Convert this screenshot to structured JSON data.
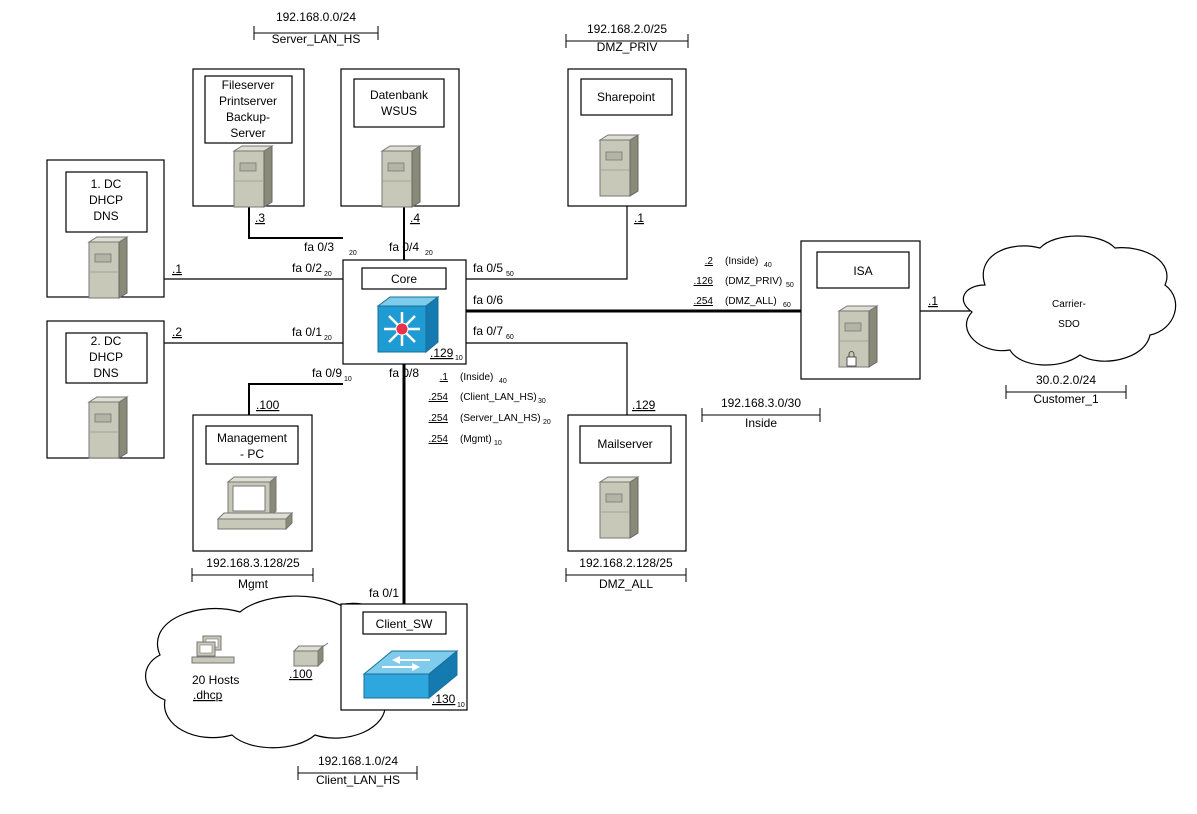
{
  "networks": {
    "server_lan": {
      "ip": "192.168.0.0/24",
      "name": "Server_LAN_HS"
    },
    "dmz_priv": {
      "ip": "192.168.2.0/25",
      "name": "DMZ_PRIV"
    },
    "mgmt": {
      "ip": "192.168.3.128/25",
      "name": "Mgmt"
    },
    "dmz_all": {
      "ip": "192.168.2.128/25",
      "name": "DMZ_ALL"
    },
    "inside": {
      "ip": "192.168.3.0/30",
      "name": "Inside"
    },
    "customer": {
      "ip": "30.0.2.0/24",
      "name": "Customer_1"
    },
    "client_lan": {
      "ip": "192.168.1.0/24",
      "name": "Client_LAN_HS"
    }
  },
  "nodes": {
    "fileserver": [
      "Fileserver",
      "Printserver",
      "Backup-",
      "Server"
    ],
    "datenbank": [
      "Datenbank",
      "WSUS"
    ],
    "sharepoint": [
      "Sharepoint"
    ],
    "dc1": [
      "1. DC",
      "DHCP",
      "DNS"
    ],
    "dc2": [
      "2. DC",
      "DHCP",
      "DNS"
    ],
    "core": "Core",
    "isa": "ISA",
    "mgmt_pc": [
      "Management",
      "- PC"
    ],
    "mailserver": "Mailserver",
    "client_sw": "Client_SW",
    "carrier": [
      "Carrier-",
      "SDO"
    ],
    "hosts": "20 Hosts"
  },
  "addresses": {
    "fileserver": ".3",
    "datenbank": ".4",
    "sharepoint": ".1",
    "dc1": ".1",
    "dc2": ".2",
    "mgmt": ".100",
    "mailserver": ".129",
    "isa_carrier": ".1",
    "core_vlan": ".129",
    "core_vlan_sub": "10",
    "client_sw": ".130",
    "client_sw_sub": "10",
    "client_printer": ".100",
    "hosts_dhcp": ".dhcp"
  },
  "ports": {
    "fa03": "fa 0/3",
    "fa03_sub": "20",
    "fa04": "fa 0/4",
    "fa04_sub": "20",
    "fa02": "fa 0/2",
    "fa02_sub": "20",
    "fa01": "fa 0/1",
    "fa01_sub": "20",
    "fa09": "fa 0/9",
    "fa09_sub": "10",
    "fa05": "fa 0/5",
    "fa05_sub": "50",
    "fa06": "fa 0/6",
    "fa07": "fa 0/7",
    "fa07_sub": "60",
    "fa08": "fa 0/8",
    "client_fa01": "fa 0/1"
  },
  "isa_interfaces": [
    {
      "addr": ".2",
      "name": "(Inside)",
      "sub": "40"
    },
    {
      "addr": ".126",
      "name": "(DMZ_PRIV)",
      "sub": "50"
    },
    {
      "addr": ".254",
      "name": "(DMZ_ALL)",
      "sub": "60"
    }
  ],
  "core_interfaces": [
    {
      "addr": ".1",
      "name": "(Inside)",
      "sub": "40"
    },
    {
      "addr": ".254",
      "name": "(Client_LAN_HS)",
      "sub": "30"
    },
    {
      "addr": ".254",
      "name": "(Server_LAN_HS)",
      "sub": "20"
    },
    {
      "addr": ".254",
      "name": "(Mgmt)",
      "sub": "10"
    }
  ],
  "colors": {
    "server_light": "#c8c8b8",
    "server_dark": "#8a8a78",
    "core_blue": "#1e9bd2",
    "switch_blue": "#2ea7df",
    "red_center": "#e8324a"
  }
}
